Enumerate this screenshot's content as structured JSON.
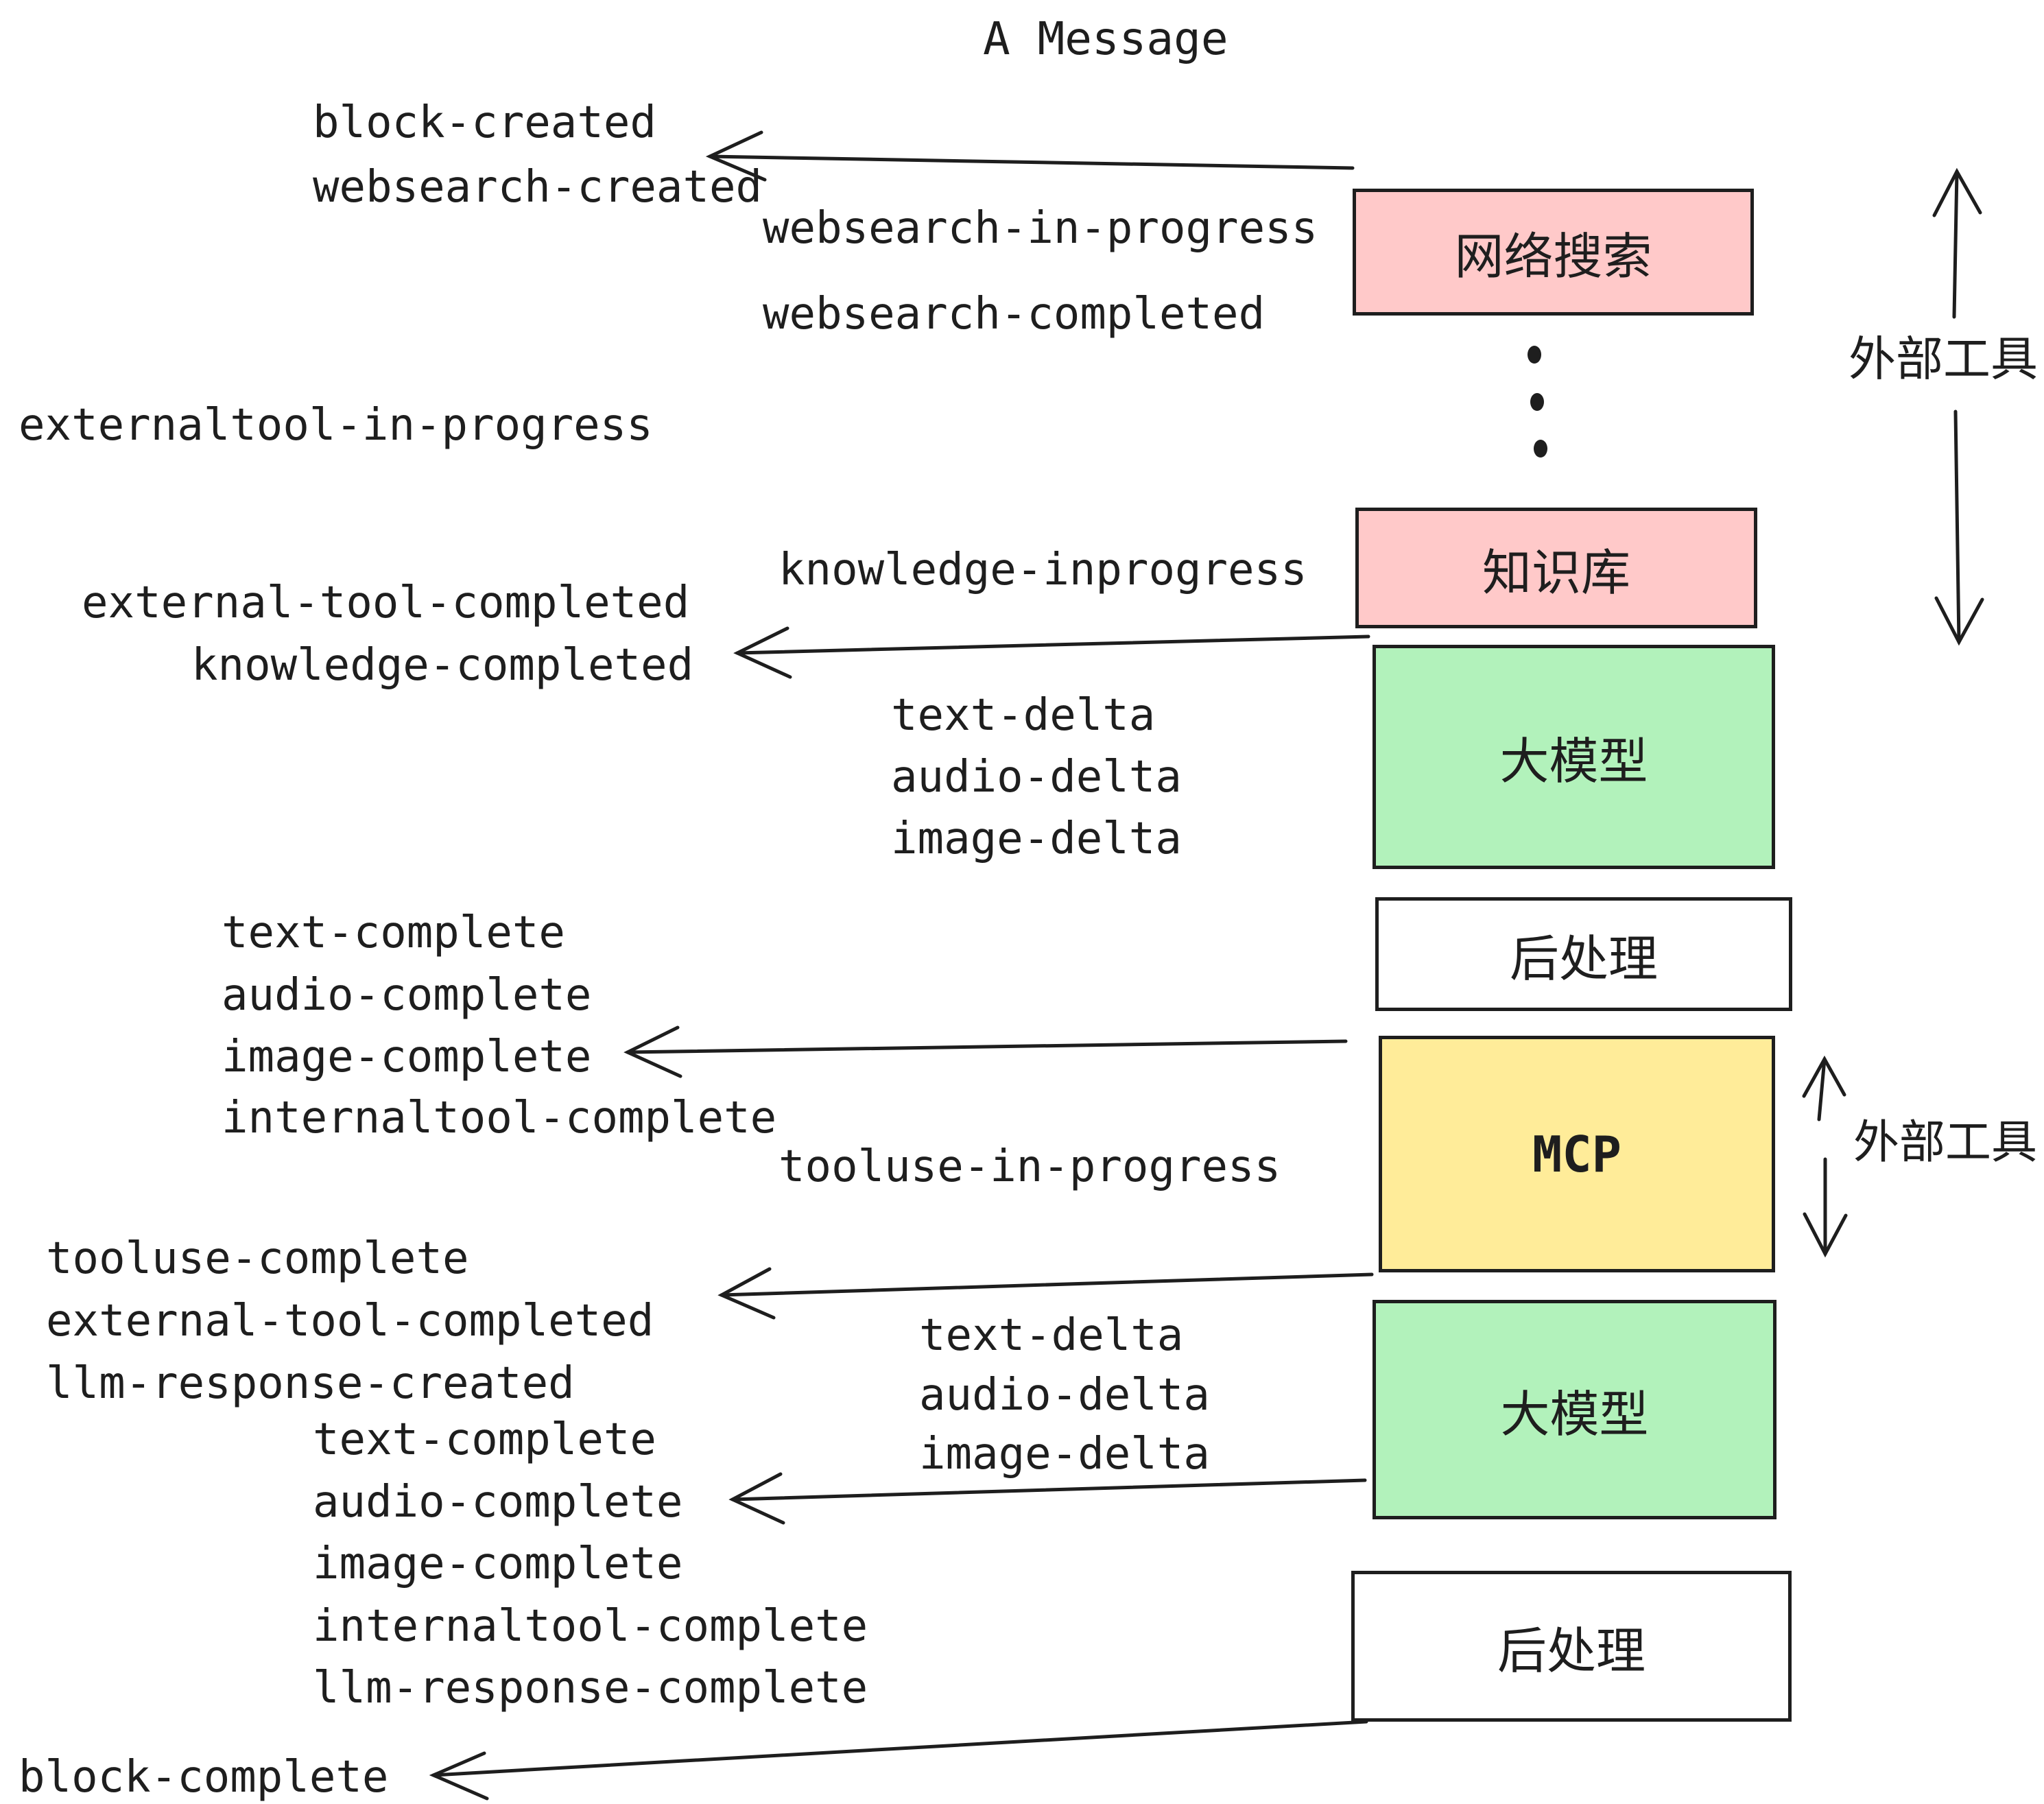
{
  "title": "A Message",
  "colors": {
    "ink": "#1e1e1e",
    "pink": "#ffc9c9",
    "green": "#b2f2bb",
    "yellow": "#ffec99",
    "white": "#ffffff"
  },
  "boxes": {
    "websearch": "网络搜索",
    "knowledge": "知识库",
    "llm_1": "大模型",
    "post_1": "后处理",
    "mcp": "MCP",
    "llm_2": "大模型",
    "post_2": "后处理"
  },
  "side_labels": {
    "external_tool_upper": "外部工具",
    "external_tool_lower": "外部工具"
  },
  "events": {
    "block_created": "block-created",
    "websearch_created": "websearch-created",
    "websearch_in_progress": "websearch-in-progress",
    "websearch_completed": "websearch-completed",
    "externaltool_in_progress": "externaltool-in-progress",
    "knowledge_inprogress": "knowledge-inprogress",
    "external_tool_completed_1": "external-tool-completed",
    "knowledge_completed": "knowledge-completed",
    "text_delta_1": "text-delta",
    "audio_delta_1": "audio-delta",
    "image_delta_1": "image-delta",
    "text_complete_1": "text-complete",
    "audio_complete_1": "audio-complete",
    "image_complete_1": "image-complete",
    "internaltool_complete_1": "internaltool-complete",
    "tooluse_in_progress": "tooluse-in-progress",
    "tooluse_complete": "tooluse-complete",
    "external_tool_completed_2": "external-tool-completed",
    "llm_response_created": "llm-response-created",
    "text_delta_2": "text-delta",
    "audio_delta_2": "audio-delta",
    "image_delta_2": "image-delta",
    "text_complete_2": "text-complete",
    "audio_complete_2": "audio-complete",
    "image_complete_2": "image-complete",
    "internaltool_complete_2": "internaltool-complete",
    "llm_response_complete": "llm-response-complete",
    "block_complete": "block-complete"
  }
}
